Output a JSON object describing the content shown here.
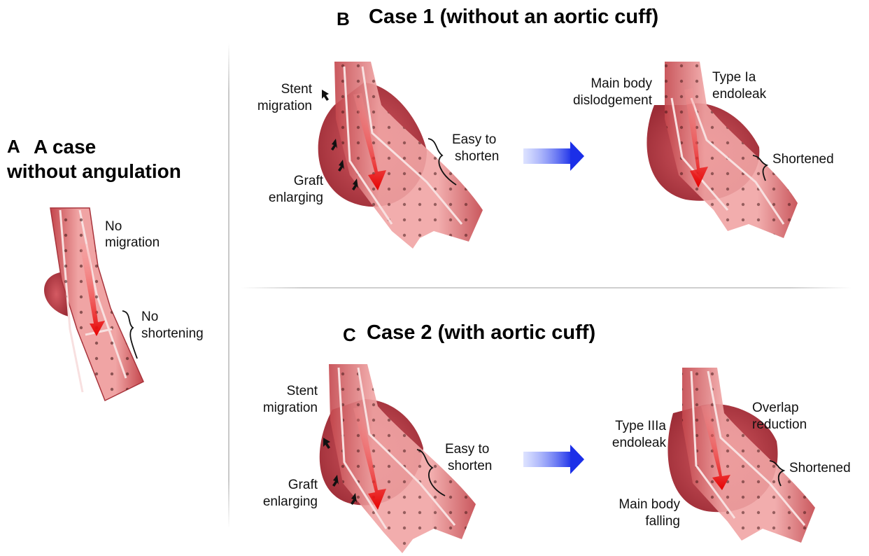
{
  "panel_a": {
    "letter": "A",
    "title_line1": "A case",
    "title_line2": "without angulation",
    "label_no_migration_1": "No",
    "label_no_migration_2": "migration",
    "label_no_shortening_1": "No",
    "label_no_shortening_2": "shortening"
  },
  "panel_b": {
    "letter": "B",
    "title": "Case 1 (without an aortic cuff)",
    "stent_migration_1": "Stent",
    "stent_migration_2": "migration",
    "graft_enlarging_1": "Graft",
    "graft_enlarging_2": "enlarging",
    "easy_to_shorten_1": "Easy to",
    "easy_to_shorten_2": "shorten",
    "main_body_1": "Main body",
    "main_body_2": "dislodgement",
    "type_ia_1": "Type Ia",
    "type_ia_2": "endoleak",
    "shortened": "Shortened"
  },
  "panel_c": {
    "letter": "C",
    "title": "Case 2 (with aortic cuff)",
    "stent_migration_1": "Stent",
    "stent_migration_2": "migration",
    "graft_enlarging_1": "Graft",
    "graft_enlarging_2": "enlarging",
    "easy_to_shorten_1": "Easy to",
    "easy_to_shorten_2": "shorten",
    "type_iiia_1": "Type IIIa",
    "type_iiia_2": "endoleak",
    "overlap_1": "Overlap",
    "overlap_2": "reduction",
    "shortened": "Shortened",
    "main_body_1": "Main body",
    "main_body_2": "falling"
  },
  "colors": {
    "vessel": "#d9686a",
    "vessel_light": "#f2a0a0",
    "aneurysm": "#b8404a",
    "flow_arrow": "#e60000",
    "transition_arrow": "#1b2fe8"
  }
}
